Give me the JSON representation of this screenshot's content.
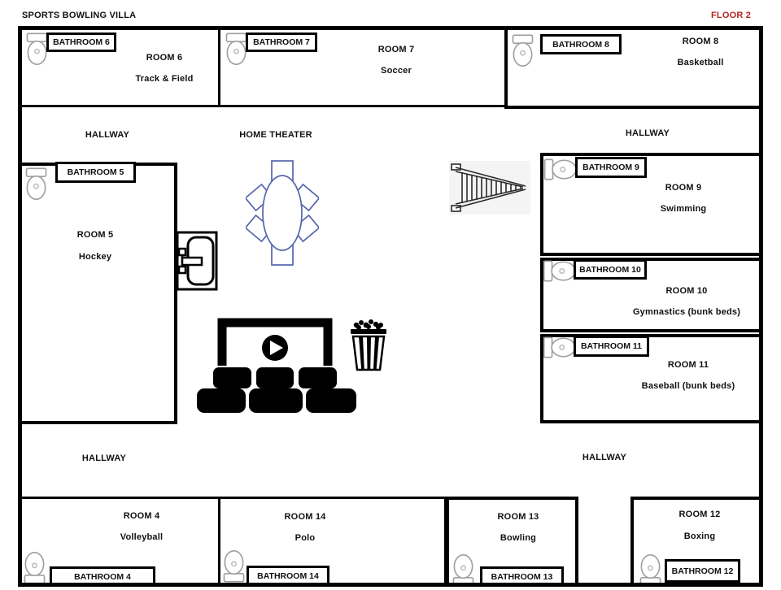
{
  "header": {
    "title": "SPORTS BOWLING VILLA",
    "floor_label": "FLOOR 2"
  },
  "labels": {
    "hallway_top_left": "HALLWAY",
    "home_theater": "HOME THEATER",
    "hallway_top_right": "HALLWAY",
    "hallway_bottom_left": "HALLWAY",
    "hallway_bottom_right": "HALLWAY"
  },
  "rooms": {
    "r6": {
      "name": "ROOM 6",
      "sport": "Track & Field",
      "bathroom": "BATHROOM 6"
    },
    "r7": {
      "name": "ROOM 7",
      "sport": "Soccer",
      "bathroom": "BATHROOM 7"
    },
    "r8": {
      "name": "ROOM 8",
      "sport": "Basketball",
      "bathroom": "BATHROOM 8"
    },
    "r5": {
      "name": "ROOM 5",
      "sport": "Hockey",
      "bathroom": "BATHROOM 5"
    },
    "r9": {
      "name": "ROOM 9",
      "sport": "Swimming",
      "bathroom": "BATHROOM 9"
    },
    "r10": {
      "name": "ROOM 10",
      "sport": "Gymnastics (bunk beds)",
      "bathroom": "BATHROOM 10"
    },
    "r11": {
      "name": "ROOM 11",
      "sport": "Baseball (bunk beds)",
      "bathroom": "BATHROOM 11"
    },
    "r4": {
      "name": "ROOM 4",
      "sport": "Volleyball",
      "bathroom": "BATHROOM 4"
    },
    "r14": {
      "name": "ROOM 14",
      "sport": "Polo",
      "bathroom": "BATHROOM 14"
    },
    "r13": {
      "name": "ROOM 13",
      "sport": "Bowling",
      "bathroom": "BATHROOM 13"
    },
    "r12": {
      "name": "ROOM 12",
      "sport": "Boxing",
      "bathroom": "BATHROOM 12"
    }
  },
  "colors": {
    "floor_label": "#B3261E",
    "furniture_blue": "#5565AD",
    "walls": "#000000"
  },
  "icons": {
    "toilet": "toilet-icon",
    "sink": "sink-icon",
    "dining_table": "dining-table-with-chairs-icon",
    "stairs": "stairs-icon",
    "movie_screen": "movie-screen-play-icon",
    "theater_seats": "theater-seats-icon",
    "popcorn": "popcorn-bucket-icon"
  }
}
